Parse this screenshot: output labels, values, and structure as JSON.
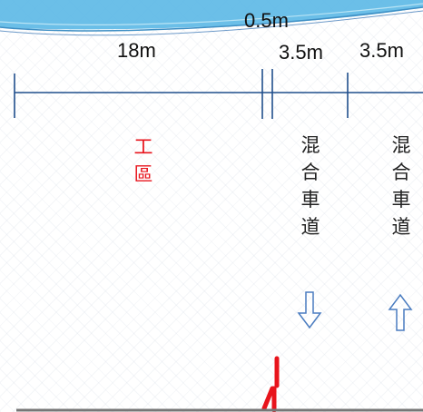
{
  "dimensions": {
    "work_zone_width": "18m",
    "buffer_width": "0.5m",
    "lane_1_width": "3.5m",
    "lane_2_width": "3.5m"
  },
  "zones": [
    {
      "label": "工區",
      "color": "#e8141c"
    },
    {
      "label": "混合車道",
      "color": "#222222",
      "direction": "down"
    },
    {
      "label": "混合車道",
      "color": "#222222",
      "direction": "up"
    }
  ],
  "colors": {
    "dimension_line": "#1f4e8c",
    "arrow_outline": "#4a7cc0",
    "marker": "#e8141c",
    "road_edge": "#777777",
    "banner_top": "#4aa9dc"
  }
}
